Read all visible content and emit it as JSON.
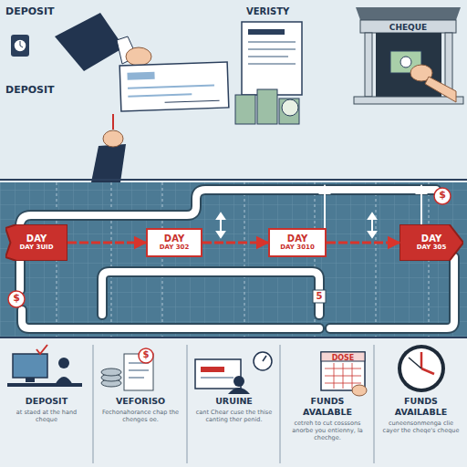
{
  "diagram": {
    "nodes": [
      {
        "text": [
          "DAY",
          "DAY 3UID"
        ]
      },
      {
        "text": [
          "DAY",
          "DAY 302"
        ]
      },
      {
        "text": [
          "DAY",
          "DAY 3010"
        ]
      },
      {
        "text": [
          "DAY",
          "DAY 305"
        ]
      },
      {
        "text": [
          "DEPOSIT",
          "at staed at the hand cheque"
        ]
      },
      {
        "text": [
          "VEFORISO",
          "Fechonahorance chap the chenges oe."
        ]
      },
      {
        "text": [
          "URUINE",
          "cant Chear cuse the thise canting ther penid."
        ]
      },
      {
        "text": [
          "FUNDS AVALABLE",
          "cetreh to cut cosssons anorbe you entienny, la chechge."
        ]
      },
      {
        "text": [
          "FUNDS AVAILABLE",
          "cuneensonmenga clie cayer the cheqe's cheque"
        ]
      }
    ],
    "edges": [
      {
        "from": 0,
        "to": 1,
        "arrow": "to"
      },
      {
        "from": 1,
        "to": 2,
        "arrow": "to"
      },
      {
        "from": 2,
        "to": 3,
        "arrow": "to"
      }
    ],
    "labels": [
      "DEPOSIT",
      "VERISTY",
      "CHEQUE",
      "DEPOSIT",
      "$",
      "$",
      "5",
      "$",
      "DOSE"
    ]
  }
}
